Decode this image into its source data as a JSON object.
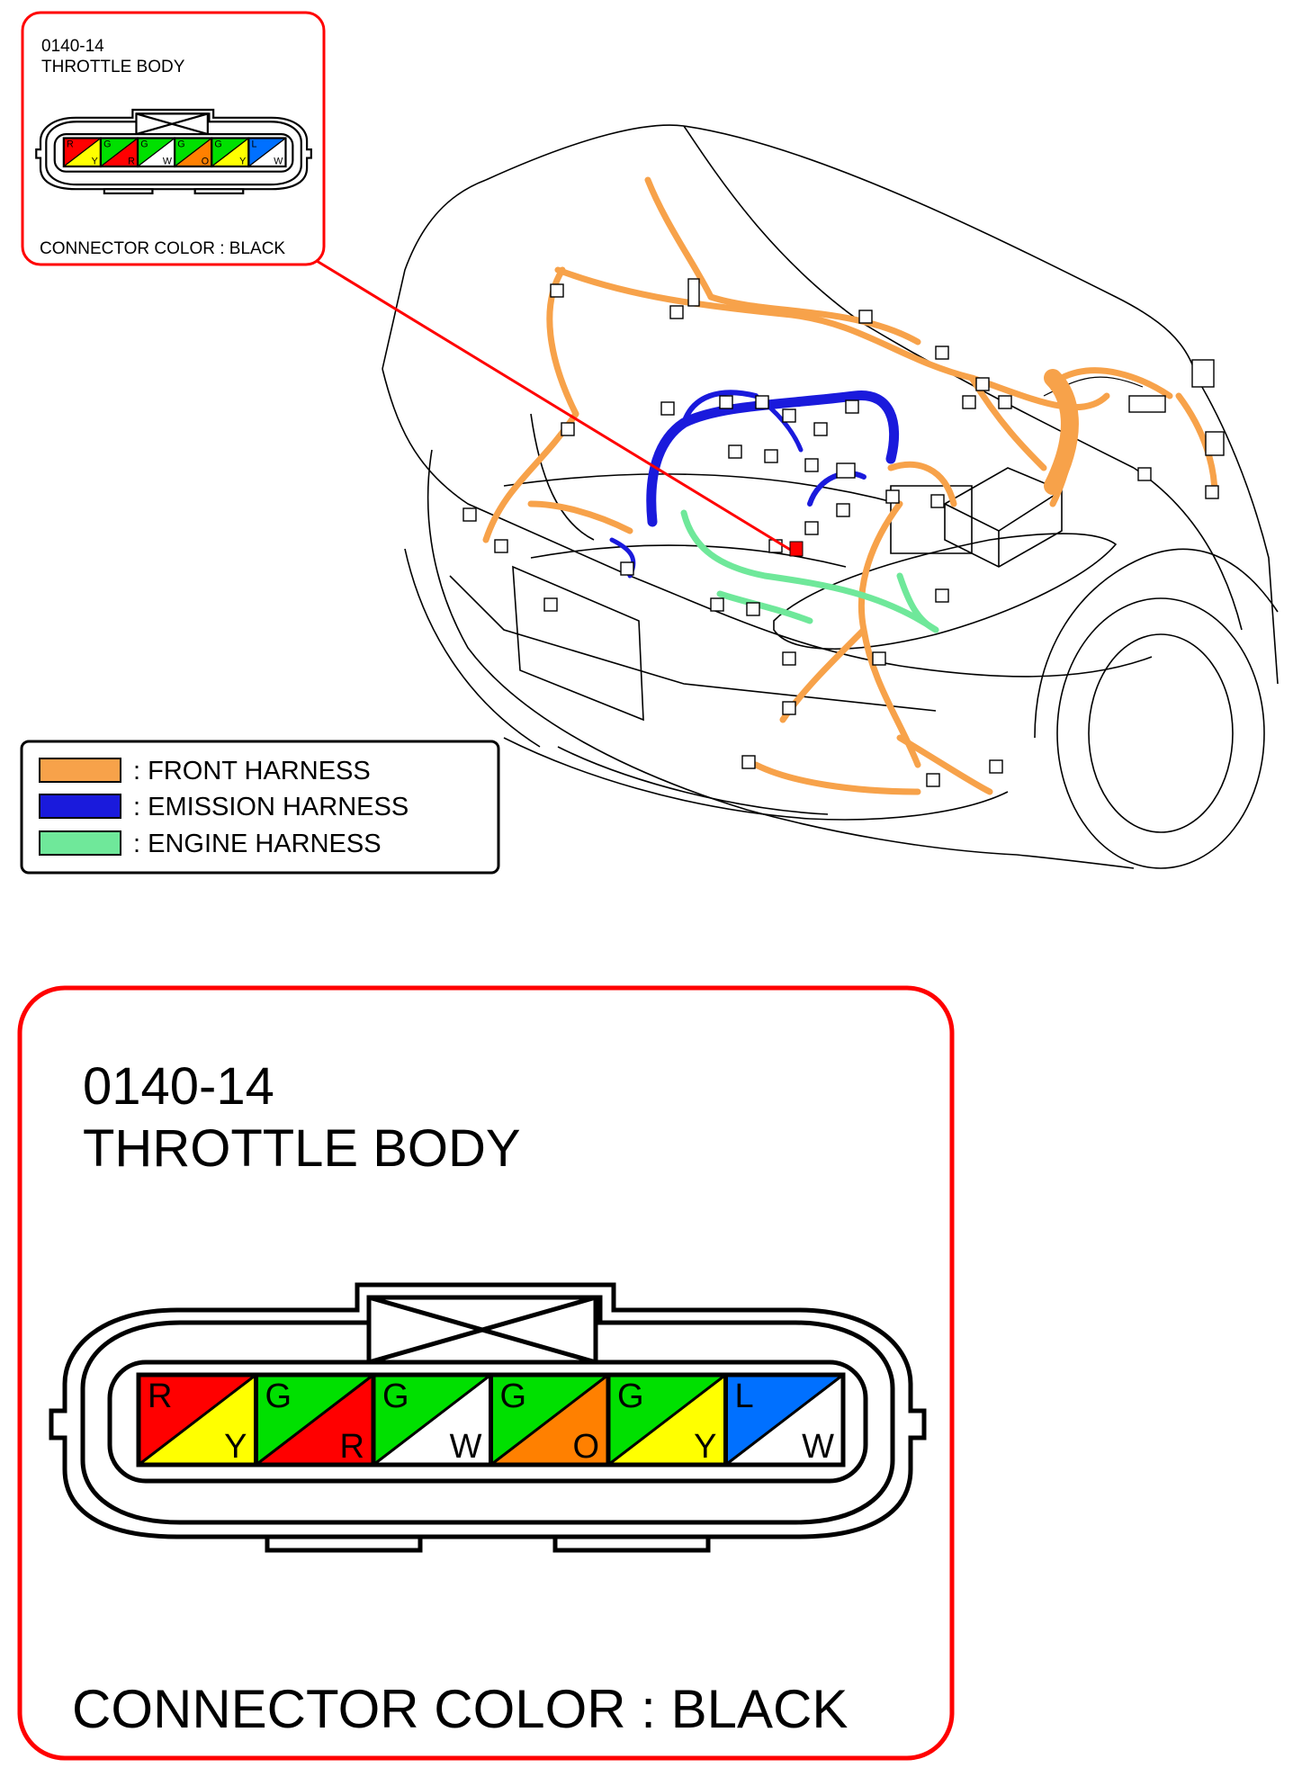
{
  "inset": {
    "code": "0140-14",
    "title": "THROTTLE BODY",
    "connector_color_label": "CONNECTOR COLOR : BLACK"
  },
  "detail": {
    "code": "0140-14",
    "title": "THROTTLE BODY",
    "connector_color_label": "CONNECTOR COLOR : BLACK"
  },
  "pins": [
    {
      "top": "R",
      "bottom": "Y",
      "top_color": "#ff0000",
      "bottom_color": "#ffff00"
    },
    {
      "top": "G",
      "bottom": "R",
      "top_color": "#00e000",
      "bottom_color": "#ff0000"
    },
    {
      "top": "G",
      "bottom": "W",
      "top_color": "#00e000",
      "bottom_color": "#ffffff"
    },
    {
      "top": "G",
      "bottom": "O",
      "top_color": "#00e000",
      "bottom_color": "#ff8000"
    },
    {
      "top": "G",
      "bottom": "Y",
      "top_color": "#00e000",
      "bottom_color": "#ffff00"
    },
    {
      "top": "L",
      "bottom": "W",
      "top_color": "#0070ff",
      "bottom_color": "#ffffff"
    }
  ],
  "legend": [
    {
      "label": ": FRONT HARNESS",
      "color": "#f7a24a",
      "icon": "front-harness-swatch"
    },
    {
      "label": ": EMISSION HARNESS",
      "color": "#1a1adc",
      "icon": "emission-harness-swatch"
    },
    {
      "label": ": ENGINE HARNESS",
      "color": "#6fe89a",
      "icon": "engine-harness-swatch"
    }
  ],
  "colors": {
    "frame_red": "#ff0000",
    "front_harness": "#f7a24a",
    "emission_harness": "#1a1adc",
    "engine_harness": "#6fe89a",
    "connector_marker": "#ff0000"
  }
}
